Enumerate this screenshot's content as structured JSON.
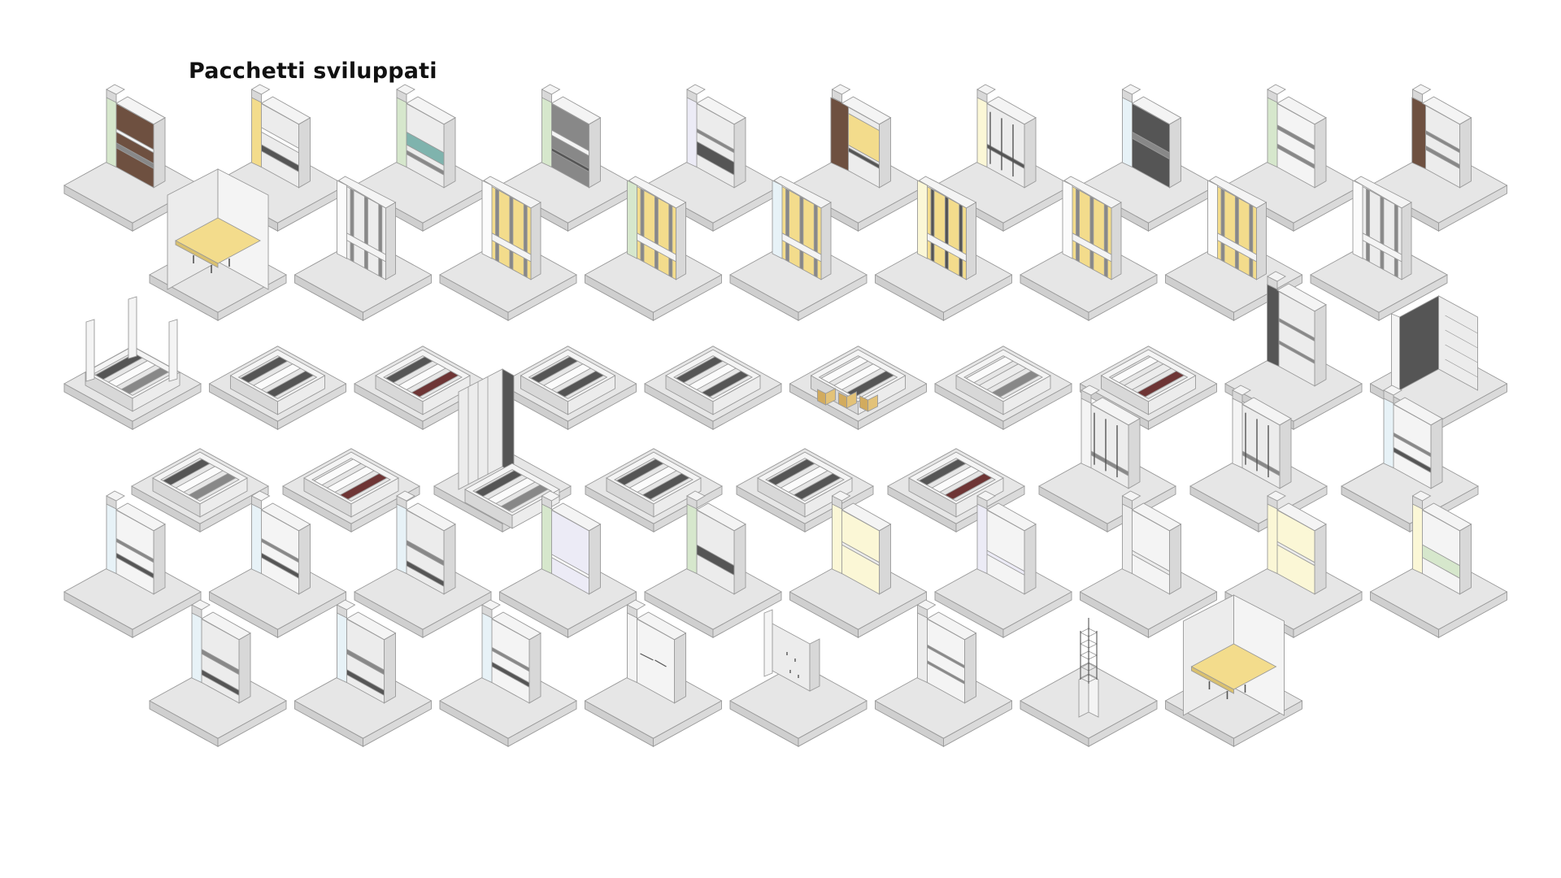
{
  "title": "Pacchetti sviluppati",
  "palette": {
    "slab_top": "#e6e6e6",
    "slab_left": "#cfcfcf",
    "slab_right": "#dadada",
    "stroke": "#9a9a9a",
    "wall_light": "#f4f4f4",
    "wall_face": "#ececec",
    "wall_side": "#d8d8d8",
    "layer_dark": "#555555",
    "layer_mid": "#888888",
    "wood_yellow": "#f3dc8c",
    "wood_brown": "#6e5040",
    "green": "#d6e7cc",
    "teal": "#7fb3ad",
    "cream": "#fbf7d6",
    "white": "#fbfbfb",
    "dark_red": "#6e3535",
    "lavender": "#ecebf6",
    "pale_blue": "#e7f2f7"
  },
  "rows": [
    [
      "wall-wood-brown",
      "wall-green-yellow",
      "wall-teal",
      "wall-green-gray",
      "wall-dark-white",
      "wall-brown-yellow",
      "wall-cream-stud",
      "wall-blue-stud",
      "wall-green-white",
      "wall-brown-gray"
    ],
    [
      "corner-ceiling",
      "wall-framed-gray",
      "wall-framed-yellow",
      "wall-framed-green",
      "wall-framed-blue",
      "wall-framed-stud",
      "wall-framed-yellow",
      "wall-framed-yellow",
      "wall-framed-gray"
    ],
    [
      "floor-basin",
      "floor-stripe",
      "floor-stripe-red",
      "floor-stripe",
      "floor-stripe",
      "floor-joists",
      "floor-white",
      "floor-white-red",
      "wall-dark-tall",
      "corner-dark"
    ],
    [
      "floor-stripe-white",
      "floor-stripe-red-white",
      "corner-floor-tall",
      "floor-stripe",
      "floor-stripe",
      "floor-stripe-red",
      "wall-gray-stud",
      "wall-gray-stud",
      "wall-blue-white"
    ],
    [
      "wall-blue-white",
      "wall-blue-white",
      "wall-blue-gray",
      "wall-green-lav",
      "wall-green-dark",
      "wall-cream",
      "wall-lav",
      "wall-white",
      "wall-cream",
      "wall-green-band"
    ],
    [
      "wall-blue-gray",
      "wall-blue-gray",
      "wall-blue-white",
      "wall-empty",
      "wall-panel",
      "wall-white-stud",
      "column-cage",
      "corner-ceiling"
    ]
  ]
}
